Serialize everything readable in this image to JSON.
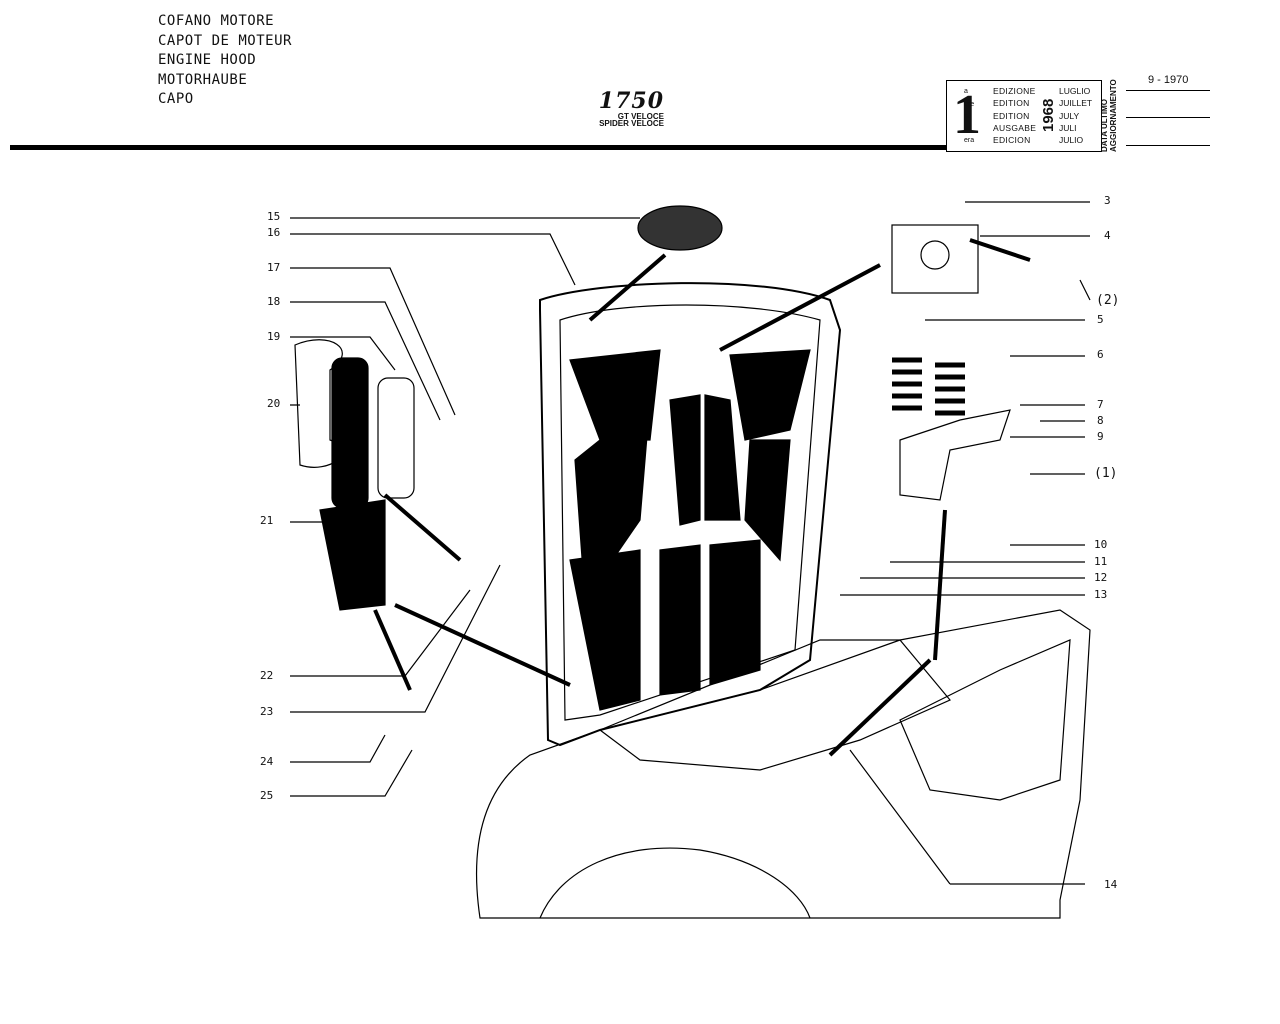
{
  "header": {
    "titles": [
      "COFANO MOTORE",
      "CAPOT DE MOTEUR",
      "ENGINE HOOD",
      "MOTORHAUBE",
      "CAPO"
    ],
    "model": "1750",
    "variants": [
      "GT VELOCE",
      "SPIDER VELOCE"
    ]
  },
  "edition_box": {
    "number": "1",
    "superscripts": [
      "a",
      "ere",
      "st",
      ".",
      "era"
    ],
    "editions": [
      "EDIZIONE",
      "EDITION",
      "EDITION",
      "AUSGABE",
      "EDICION"
    ],
    "year": "1968",
    "months": [
      "LUGLIO",
      "JUILLET",
      "JULY",
      "JULI",
      "JULIO"
    ],
    "vertical_label": [
      "DATA ULTIMO",
      "AGGIORNAMENTO"
    ],
    "update_date": "9 - 1970"
  },
  "callouts": {
    "c1": "(1)",
    "c2": "(2)",
    "c3": "3",
    "c4": "4",
    "c5": "5",
    "c6": "6",
    "c7": "7",
    "c8": "8",
    "c9": "9",
    "c10": "10",
    "c11": "11",
    "c12": "12",
    "c13": "13",
    "c14": "14",
    "c15": "15",
    "c16": "16",
    "c17": "17",
    "c18": "18",
    "c19": "19",
    "c20": "20",
    "c21": "21",
    "c22": "22",
    "c23": "23",
    "c24": "24",
    "c25": "25"
  }
}
